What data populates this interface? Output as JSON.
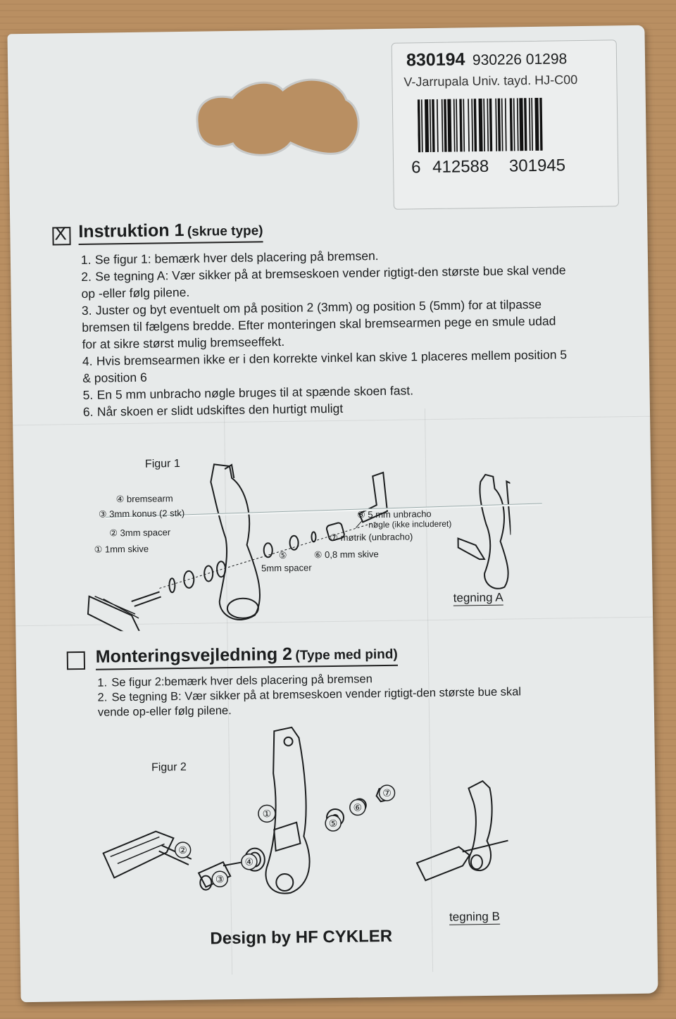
{
  "barcode_label": {
    "article_number": "830194",
    "article_extra": "930226 01298",
    "description": "V-Jarrupala Univ. tayd. HJ-C00",
    "ean_prefix": "6",
    "ean_group1": "412588",
    "ean_group2": "301945"
  },
  "section1": {
    "checkbox_mark": "X",
    "title": "Instruktion 1",
    "subtitle": "(skrue type)",
    "steps": [
      {
        "num": "1.",
        "text": "Se figur 1: bemærk hver dels placering på bremsen."
      },
      {
        "num": "2.",
        "text": "Se tegning A: Vær sikker på at bremseskoen vender rigtigt-den største bue skal vende op -eller følg pilene."
      },
      {
        "num": "3.",
        "text": "Juster og byt eventuelt om på position 2 (3mm) og position 5 (5mm) for at tilpasse bremsen til fælgens bredde. Efter monteringen skal bremsearmen pege en smule udad for at sikre størst mulig bremseeffekt."
      },
      {
        "num": "4.",
        "text": "Hvis bremsearmen ikke er i den korrekte vinkel kan skive 1 placeres mellem position 5 & position 6"
      },
      {
        "num": "5.",
        "text": "En 5 mm unbracho nøgle bruges til at spænde skoen fast."
      },
      {
        "num": "6.",
        "text": "Når skoen er slidt udskiftes den hurtigt muligt"
      }
    ],
    "figure_title": "Figur 1",
    "labels": {
      "bremsearm": "④ bremsearm",
      "konus": "③ 3mm konus (2 stk)",
      "spacer3": "② 3mm spacer",
      "skive1": "① 1mm skive",
      "spacer5_num": "⑤",
      "spacer5": "5mm spacer",
      "skive08": "⑥ 0,8 mm skive",
      "motrik": "⑦ møtrik (unbracho)",
      "noegle1": "⑧ 5 mm unbracho",
      "noegle2": "nøgle (ikke includeret)"
    },
    "tegning": "tegning A"
  },
  "section2": {
    "title": "Monteringsvejledning 2",
    "subtitle": "(Type med pind)",
    "steps": [
      {
        "num": "1.",
        "text": "Se figur 2:bemærk hver dels placering på bremsen"
      },
      {
        "num": "2.",
        "text": "Se tegning B: Vær sikker på at bremseskoen vender rigtigt-den største bue skal vende op-eller følg pilene."
      }
    ],
    "figure_title": "Figur 2",
    "callouts": [
      "①",
      "②",
      "③",
      "④",
      "⑤",
      "⑥",
      "⑦"
    ],
    "tegning": "tegning B"
  },
  "footer": {
    "brand": "Design by HF CYKLER"
  }
}
